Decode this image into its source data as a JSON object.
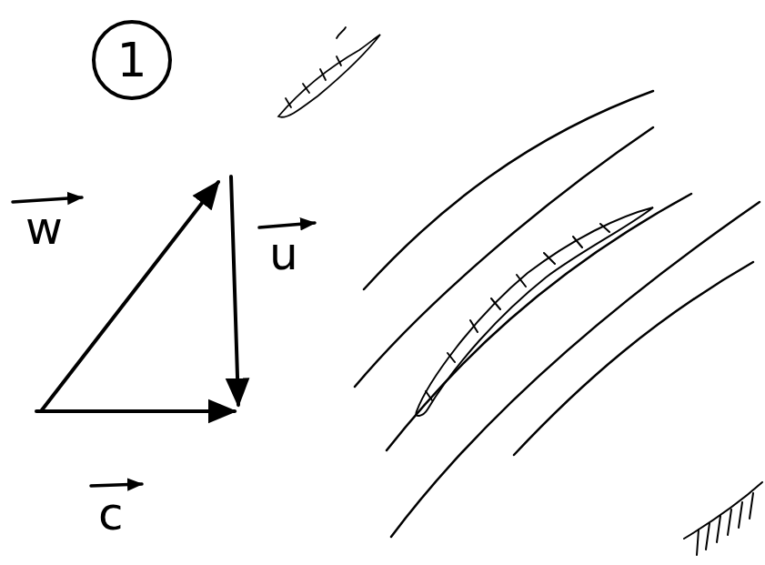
{
  "diagram": {
    "nodes": [
      {
        "text": [
          "1"
        ]
      }
    ],
    "labels": [
      "w",
      "u",
      "c"
    ]
  }
}
